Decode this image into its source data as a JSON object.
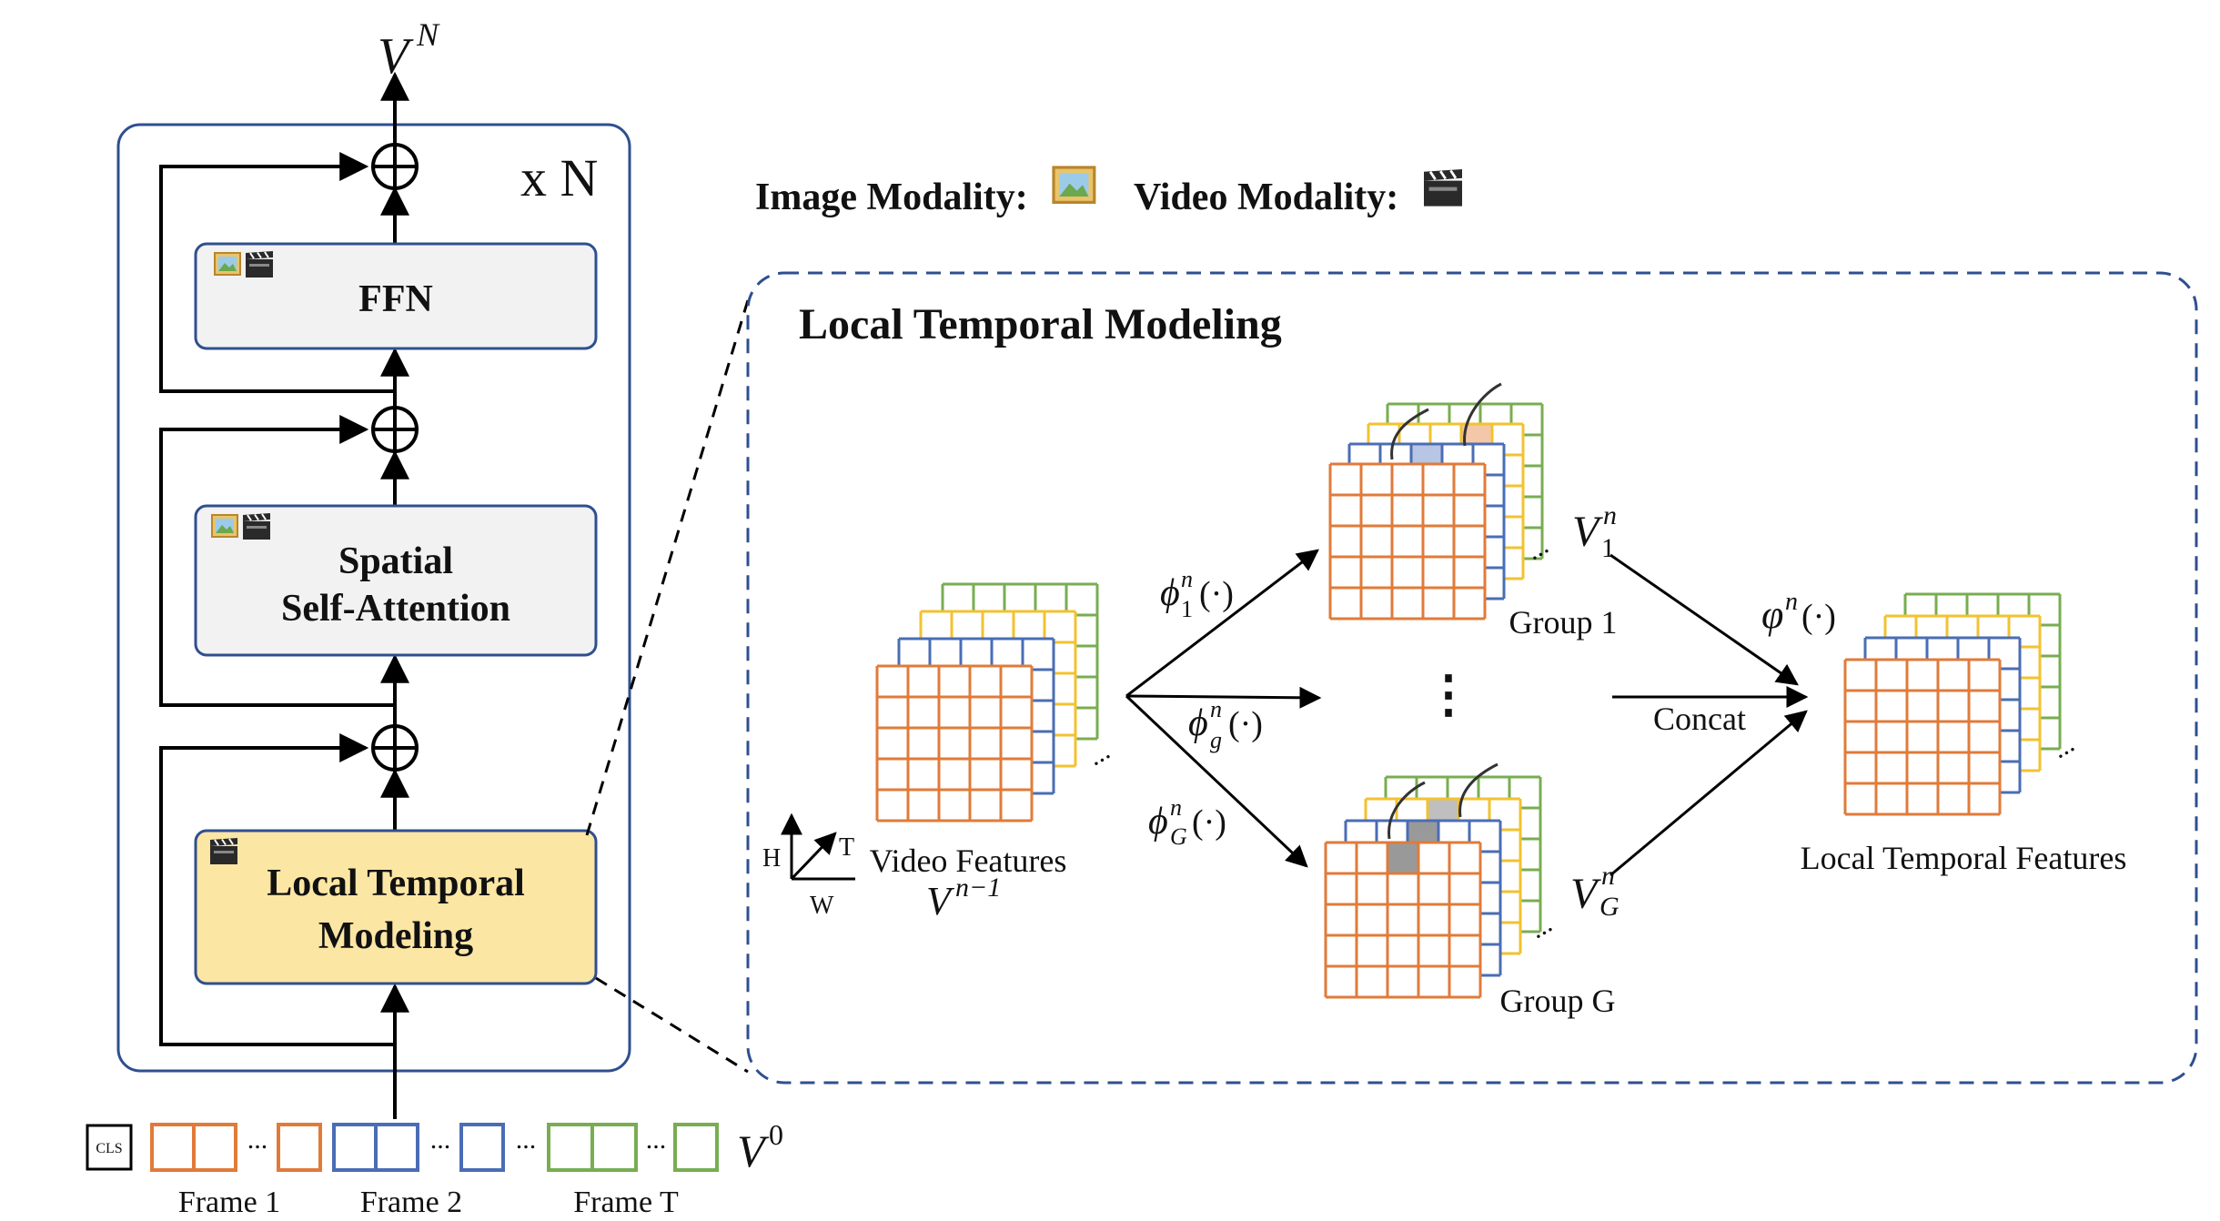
{
  "encoder": {
    "output_label": "V",
    "output_sup": "N",
    "repeat_label": "x N",
    "ffn_label": "FFN",
    "ssa_line1": "Spatial",
    "ssa_line2": "Self-Attention",
    "ltm_line1": "Local Temporal",
    "ltm_line2": "Modeling"
  },
  "legend": {
    "image_label": "Image Modality:",
    "video_label": "Video Modality:"
  },
  "input": {
    "cls_label": "CLS",
    "frame1": "Frame 1",
    "frame2": "Frame 2",
    "frameT": "Frame T",
    "v0_label": "V",
    "v0_sup": "0",
    "ellipsis": "..."
  },
  "ltm_panel": {
    "title": "Local Temporal Modeling",
    "video_features": "Video Features",
    "vn1_label": "V",
    "vn1_sup": "n−1",
    "axis_h": "H",
    "axis_w": "W",
    "axis_t": "T",
    "phi1": "ϕ",
    "phi1_sub": "1",
    "phig": "ϕ",
    "phig_sub": "g",
    "phiG": "ϕ",
    "phiG_sub": "G",
    "phi_sup": "n",
    "phi_arg": "(·)",
    "group1": "Group 1",
    "groupG": "Group G",
    "v1_label": "V",
    "v1_sub": "1",
    "vG_label": "V",
    "vG_sub": "G",
    "vsup": "n",
    "concat": "Concat",
    "varphi": "φ",
    "varphi_sup": "n",
    "varphi_arg": "(·)",
    "output_label": "Local Temporal Features",
    "vdots": "⋮"
  },
  "colors": {
    "orange": "#E07B39",
    "blue": "#4A6DB5",
    "yellow": "#F2C230",
    "green": "#78AD52",
    "block_fill": "#F2F2F2",
    "block_stroke": "#2F4F8F",
    "ltm_fill": "#FCE6A4",
    "dash_stroke": "#2F4F8F"
  }
}
